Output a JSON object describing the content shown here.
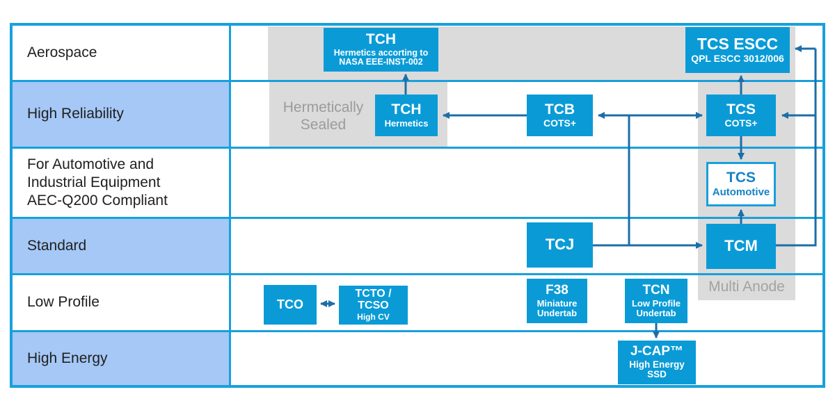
{
  "table": {
    "rows": [
      {
        "label": "Aerospace"
      },
      {
        "label": "High Reliability"
      },
      {
        "label": "For Automotive and\nIndustrial Equipment\nAEC-Q200 Compliant"
      },
      {
        "label": "Standard"
      },
      {
        "label": "Low Profile"
      },
      {
        "label": "High Energy"
      }
    ]
  },
  "zones": {
    "hermetically_sealed": "Hermetically\nSealed",
    "multi_anode": "Multi Anode"
  },
  "boxes": [
    {
      "id": "tch-aerospace",
      "title": "TCH",
      "subtitle": "Hermetics accorting to\nNASA EEE-INST-002"
    },
    {
      "id": "tcs-escc",
      "title": "TCS ESCC",
      "subtitle": "QPL ESCC 3012/006"
    },
    {
      "id": "tch-hermetics",
      "title": "TCH",
      "subtitle": "Hermetics"
    },
    {
      "id": "tcb",
      "title": "TCB",
      "subtitle": "COTS+"
    },
    {
      "id": "tcs",
      "title": "TCS",
      "subtitle": "COTS+"
    },
    {
      "id": "tcs-automotive",
      "title": "TCS",
      "subtitle": "Automotive",
      "variant": "outline"
    },
    {
      "id": "tcj",
      "title": "TCJ"
    },
    {
      "id": "tcm",
      "title": "TCM"
    },
    {
      "id": "tco",
      "title": "TCO"
    },
    {
      "id": "tcto-tcso",
      "title": "TCTO /\nTCSO",
      "subtitle": "High CV"
    },
    {
      "id": "f38",
      "title": "F38",
      "subtitle": "Miniature\nUndertab"
    },
    {
      "id": "tcn",
      "title": "TCN",
      "subtitle": "Low Profile\nUndertab"
    },
    {
      "id": "j-cap",
      "title": "J-CAP™",
      "subtitle": "High Energy\nSSD"
    }
  ],
  "colors": {
    "box_blue": "#0A9BD7",
    "table_border_blue": "#18A0DC",
    "row_fill_blue": "#A5C8F6",
    "gray_band": "#DBDBDB",
    "gray_text": "#9B9B9B",
    "arrow_blue": "#1B6EA8",
    "outline_box_text": "#1583C6"
  }
}
